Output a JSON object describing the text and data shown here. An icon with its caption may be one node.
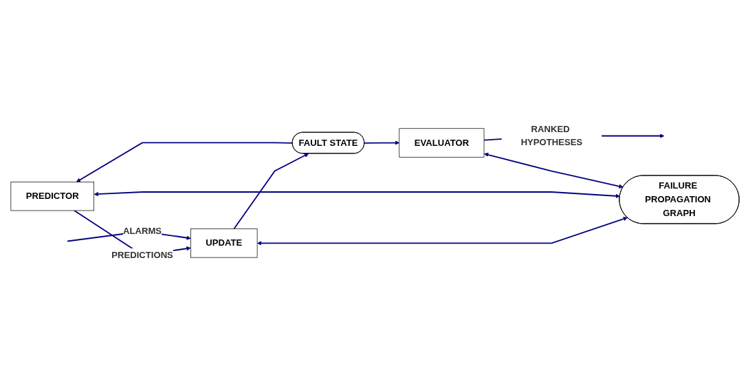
{
  "diagram": {
    "nodes": [
      {
        "text": [
          "PREDICTOR"
        ]
      },
      {
        "text": [
          "UPDATE"
        ]
      },
      {
        "text": [
          "FAULT STATE"
        ]
      },
      {
        "text": [
          "EVALUATOR"
        ]
      },
      {
        "text": [
          "FAILURE PROPAGATION GRAPH"
        ]
      }
    ],
    "edges": [
      {
        "from": 0,
        "to": 1,
        "arrow": "to",
        "label": "PREDICTIONS"
      },
      {
        "from": null,
        "to": 1,
        "arrow": "to",
        "label": "ALARMS"
      },
      {
        "from": 1,
        "to": 2,
        "arrow": "to"
      },
      {
        "from": 2,
        "to": 0,
        "arrow": "to"
      },
      {
        "from": 2,
        "to": 3,
        "arrow": "to"
      },
      {
        "from": 3,
        "to": null,
        "arrow": "to",
        "label": "RANKED HYPOTHESES"
      },
      {
        "from": 1,
        "to": 4,
        "arrow": "both"
      },
      {
        "from": 0,
        "to": 4,
        "arrow": "both"
      },
      {
        "from": 3,
        "to": 4,
        "arrow": "both"
      }
    ]
  }
}
